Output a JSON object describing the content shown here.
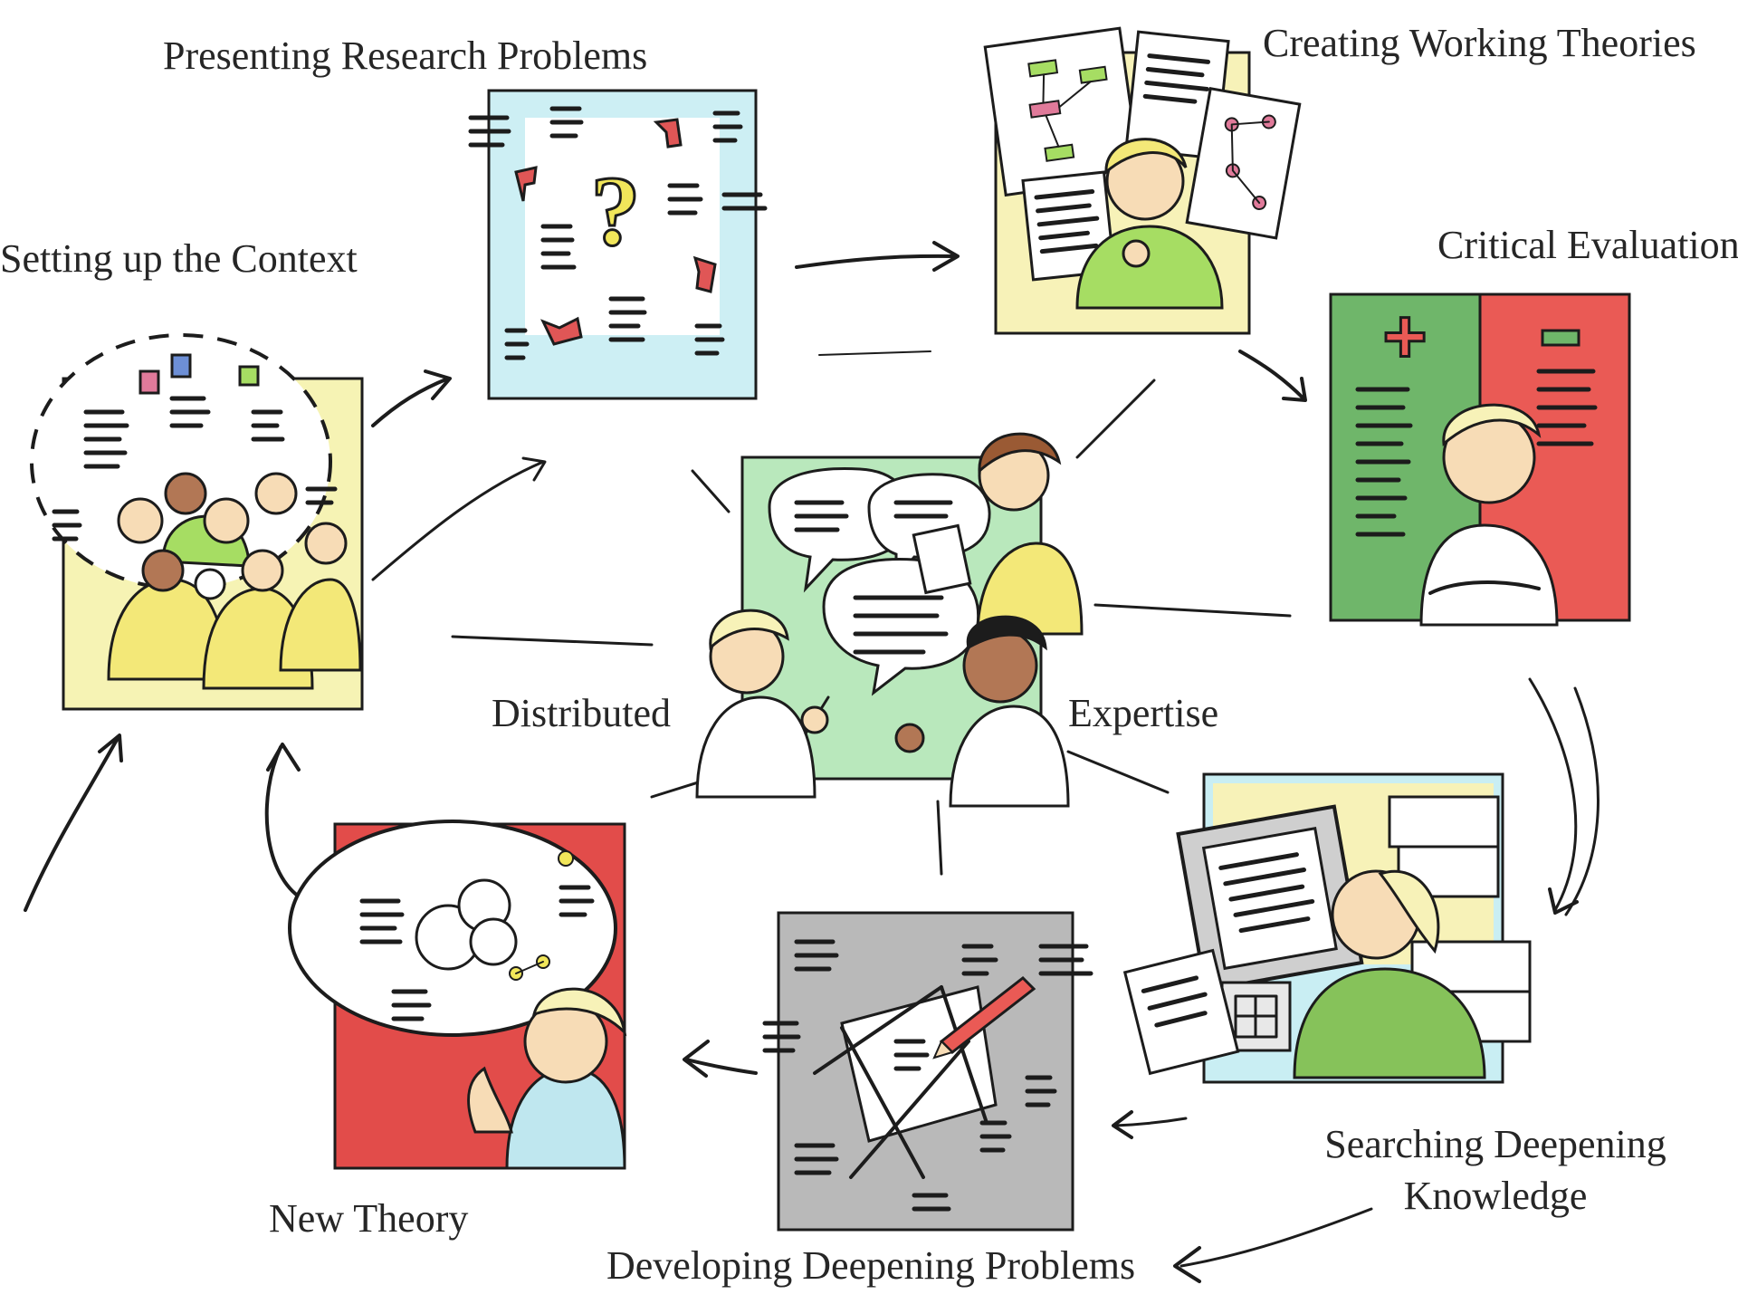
{
  "labels": {
    "setting_up_context": "Setting up the Context",
    "presenting_problems": "Presenting Research Problems",
    "creating_theories": "Creating Working Theories",
    "critical_evaluation": "Critical Evaluation",
    "distributed": "Distributed",
    "expertise": "Expertise",
    "searching_knowledge_line1": "Searching Deepening",
    "searching_knowledge_line2": "Knowledge",
    "developing_problems": "Developing Deepening Problems",
    "new_theory": "New Theory"
  },
  "symbols": {
    "question_mark": "?",
    "plus_sign": "+",
    "minus_sign": "-"
  },
  "colors": {
    "context_yellow": "#f6f3b4",
    "problems_blue": "#cdeff4",
    "theories_yellow": "#f7f2b8",
    "eval_green": "#6fb66a",
    "eval_red": "#ea5a55",
    "center_green": "#b9e8bc",
    "search_blue": "#c9eef3",
    "develop_grey": "#b9b9b9",
    "newtheory_red": "#e24c4a",
    "person_yellow": "#f3e878",
    "person_green": "#a6dd63"
  }
}
